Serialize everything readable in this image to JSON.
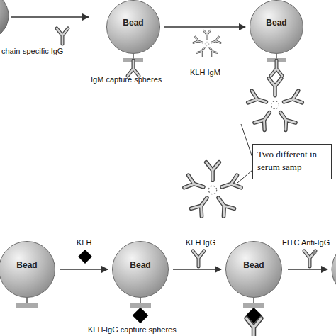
{
  "diagram": {
    "nodes": [
      {
        "text": [
          "Bead"
        ]
      },
      {
        "text": [
          "Bead"
        ]
      },
      {
        "text": [
          "Two different in serum samp"
        ]
      },
      {
        "text": [
          "Bead"
        ]
      },
      {
        "text": [
          "Bead"
        ]
      },
      {
        "text": [
          "Bead"
        ]
      }
    ],
    "edges": [
      {
        "from": 0,
        "to": 1,
        "arrow": "to"
      },
      {
        "from": 3,
        "to": 4,
        "arrow": "to"
      },
      {
        "from": 4,
        "to": 5,
        "arrow": "to"
      }
    ],
    "labels": [
      "chain-specific IgG",
      "IgM capture spheres",
      "KLH IgM",
      "KLH",
      "KLH IgG",
      "KLH-IgG capture spheres",
      "FITC Anti-IgG"
    ]
  }
}
